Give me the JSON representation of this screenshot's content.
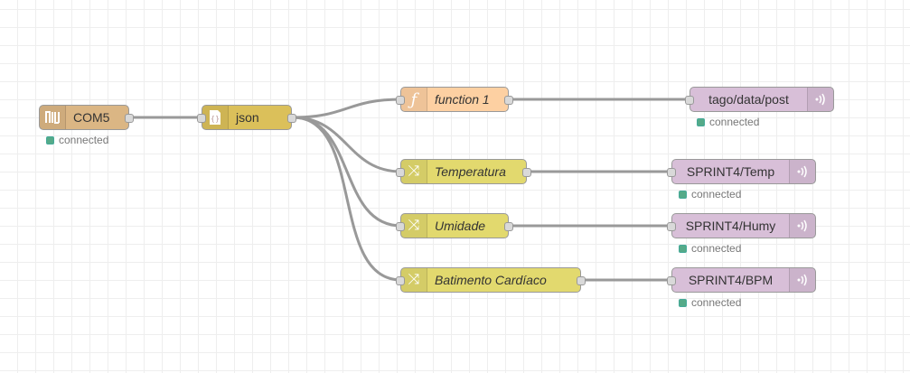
{
  "colors": {
    "serial": "#dbb684",
    "json": "#dbc05a",
    "function": "#fdd0a2",
    "change": "#e2d96e",
    "mqtt_out": "#d8bfd8",
    "wire": "#999999",
    "status_connected": "#55aa88"
  },
  "nodes": {
    "com5": {
      "label": "COM5",
      "icon": "serial-port-icon",
      "status": "connected"
    },
    "json": {
      "label": "json",
      "icon": "json-icon"
    },
    "function1": {
      "label": "function 1",
      "icon": "function-icon"
    },
    "temperatura": {
      "label": "Temperatura",
      "icon": "shuffle-icon"
    },
    "umidade": {
      "label": "Umidade",
      "icon": "shuffle-icon"
    },
    "batimento": {
      "label": "Batimento Cardíaco",
      "icon": "shuffle-icon"
    },
    "mqtt_tago": {
      "label": "tago/data/post",
      "icon": "mqtt-wireless-icon",
      "status": "connected"
    },
    "mqtt_temp": {
      "label": "SPRINT4/Temp",
      "icon": "mqtt-wireless-icon",
      "status": "connected"
    },
    "mqtt_humy": {
      "label": "SPRINT4/Humy",
      "icon": "mqtt-wireless-icon",
      "status": "connected"
    },
    "mqtt_bpm": {
      "label": "SPRINT4/BPM",
      "icon": "mqtt-wireless-icon",
      "status": "connected"
    }
  }
}
